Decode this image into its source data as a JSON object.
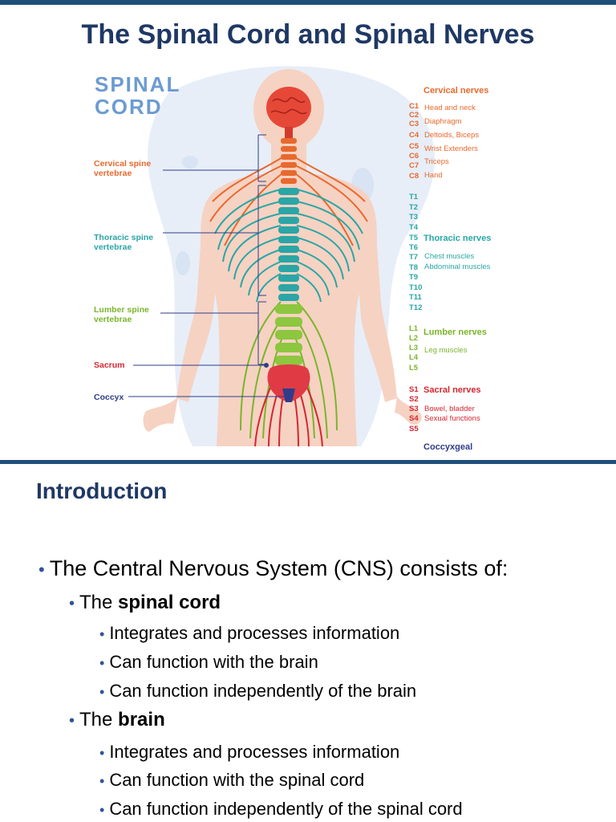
{
  "slide1": {
    "title": "The Spinal Cord and Spinal Nerves",
    "infographic": {
      "heading_line1": "SPINAL",
      "heading_line2": "CORD",
      "left_labels": {
        "cervical_line1": "Cervical spine",
        "cervical_line2": "vertebrae",
        "thoracic_line1": "Thoracic spine",
        "thoracic_line2": "vertebrae",
        "lumbar_line1": "Lumber spine",
        "lumbar_line2": "vertebrae",
        "sacrum": "Sacrum",
        "coccyx": "Coccyx"
      },
      "cervical": {
        "title": "Cervical nerves",
        "codes": [
          "C1",
          "C2",
          "C3",
          "C4",
          "C5",
          "C6",
          "C7",
          "C8"
        ],
        "functions": [
          "Head and neck",
          "Diaphragm",
          "Deltoids, Biceps",
          "Wrist Extenders",
          "Triceps",
          "Hand"
        ]
      },
      "thoracic": {
        "title": "Thoracic nerves",
        "codes": [
          "T1",
          "T2",
          "T3",
          "T4",
          "T5",
          "T6",
          "T7",
          "T8",
          "T9",
          "T10",
          "T11",
          "T12"
        ],
        "functions": [
          "Chest muscles",
          "Abdominal muscles"
        ]
      },
      "lumbar": {
        "title": "Lumber nerves",
        "codes": [
          "L1",
          "L2",
          "L3",
          "L4",
          "L5"
        ],
        "functions": [
          "Leg muscles"
        ]
      },
      "sacral": {
        "title": "Sacral nerves",
        "codes": [
          "S1",
          "S2",
          "S3",
          "S4",
          "S5"
        ],
        "functions": [
          "Bowel, bladder",
          "Sexual functions"
        ]
      },
      "coccygeal": {
        "title": "Coccyxgeal"
      },
      "colors": {
        "cervical": "#e8692e",
        "thoracic": "#2aa6a6",
        "lumbar": "#7ab52b",
        "sacral": "#d6262f",
        "coccygeal": "#2e3d8a",
        "heading": "#6c9bd2"
      }
    }
  },
  "slide2": {
    "title": "Introduction",
    "bullet_main": "The Central Nervous System (CNS) consists of:",
    "spinal_cord": {
      "prefix": "The ",
      "bold": "spinal cord",
      "items": [
        "Integrates and processes information",
        "Can function with the brain",
        "Can function independently of the brain"
      ]
    },
    "brain": {
      "prefix": "The ",
      "bold": "brain",
      "items": [
        "Integrates and processes information",
        "Can function with the spinal cord",
        "Can function independently of the spinal cord"
      ]
    }
  }
}
